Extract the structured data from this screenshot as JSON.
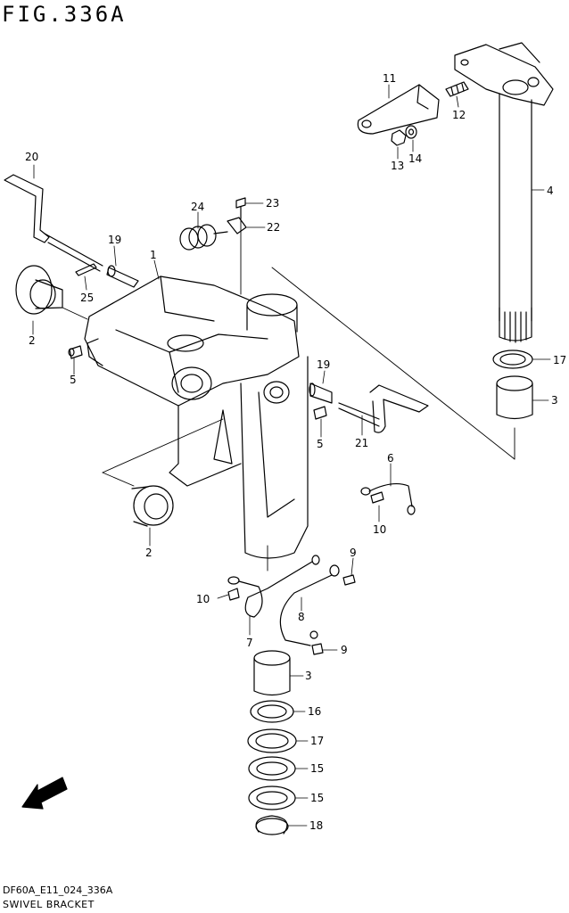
{
  "figure": {
    "title": "FIG.336A",
    "code": "DF60A_E11_024_336A",
    "name": "SWIVEL BRACKET",
    "fwd_label": "FWD"
  },
  "callouts": [
    "1",
    "2",
    "2",
    "3",
    "3",
    "4",
    "5",
    "5",
    "6",
    "7",
    "8",
    "9",
    "9",
    "10",
    "10",
    "11",
    "12",
    "13",
    "14",
    "15",
    "15",
    "16",
    "17",
    "17",
    "18",
    "19",
    "19",
    "20",
    "21",
    "22",
    "23",
    "24",
    "25"
  ],
  "colors": {
    "line": "#000000",
    "background": "#ffffff"
  }
}
